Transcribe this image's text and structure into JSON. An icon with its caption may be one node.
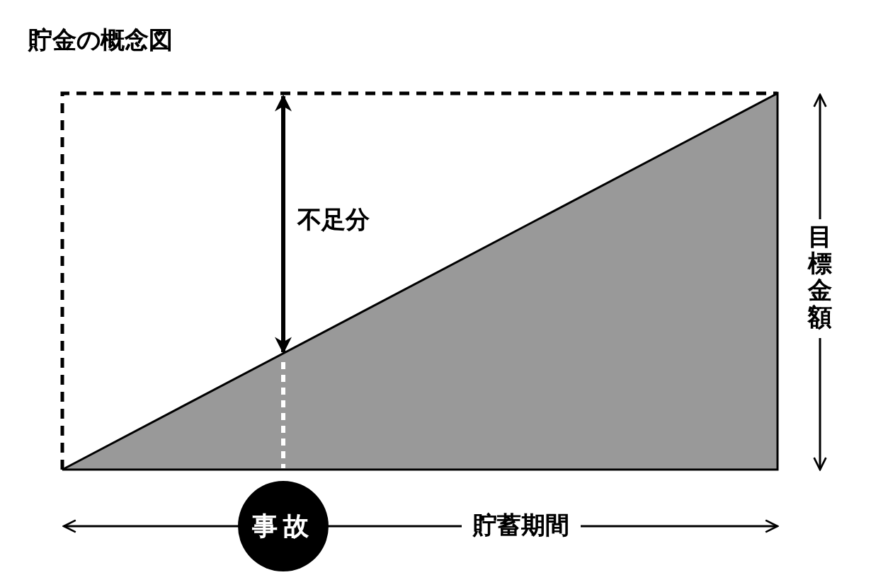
{
  "diagram": {
    "title": "貯金の概念図",
    "nodes": [
      {
        "text": [
          "事故"
        ]
      }
    ],
    "labels": [
      "不足分",
      "目標金額",
      "貯蓄期間"
    ]
  }
}
